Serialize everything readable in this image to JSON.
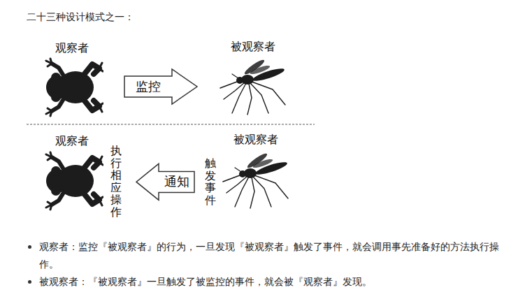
{
  "diagram": {
    "title": "二十三种设计模式之一：",
    "nodes": [
      {
        "text": [
          "观察者"
        ]
      },
      {
        "text": [
          "被观察者"
        ]
      },
      {
        "text": [
          "观察者",
          "执行相应操作"
        ]
      },
      {
        "text": [
          "被观察者",
          "触发事件"
        ]
      }
    ],
    "edges": [
      {
        "from": 0,
        "to": 1,
        "arrow": "to",
        "label": "监控"
      },
      {
        "from": 3,
        "to": 2,
        "arrow": "to",
        "label": "通知"
      }
    ],
    "labels": [
      "观察者：监控『被观察者』的行为，一旦发现『被观察者』触发了事件，就会调用事先准备好的方法执行操作。",
      "被观察者：『被观察者』一旦触发了被监控的事件，就会被『观察者』发现。"
    ]
  }
}
